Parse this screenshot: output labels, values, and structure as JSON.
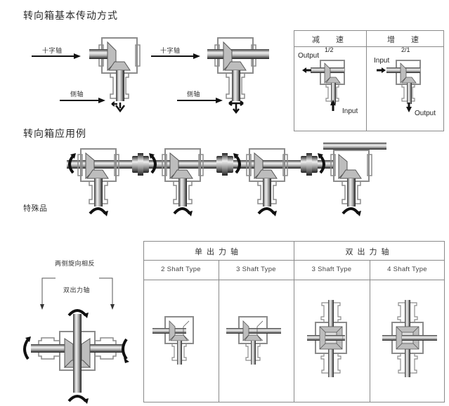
{
  "sections": {
    "basic_title": "转向箱基本传动方式",
    "application_title": "转向箱应用例",
    "special_label": "特殊品"
  },
  "basic": {
    "diagram1": {
      "cross_shaft_label": "十字轴",
      "side_shaft_label": "侧轴"
    },
    "diagram2": {
      "cross_shaft_label": "十字轴",
      "side_shaft_label": "侧轴"
    }
  },
  "speed_table": {
    "columns": [
      {
        "header": "减　速",
        "ratio": "1/2",
        "top_label": "Output",
        "bottom_label": "Input"
      },
      {
        "header": "增　速",
        "ratio": "2/1",
        "top_label": "Input",
        "bottom_label": "Output"
      }
    ]
  },
  "double_output": {
    "note_top": "两侧旋向相反",
    "note_center": "双出力轴"
  },
  "shaft_table": {
    "groups": [
      {
        "header": "单出力轴",
        "types": [
          "2 Shaft Type",
          "3 Shaft Type"
        ]
      },
      {
        "header": "双出力轴",
        "types": [
          "3 Shaft Type",
          "4 Shaft Type"
        ]
      }
    ]
  },
  "colors": {
    "housing_stroke": "#8c8c8c",
    "gear_fill": "#bdbdbd",
    "shaft_dark": "#2b2b2b",
    "shaft_light": "#e6e6e6",
    "arrow": "#111111",
    "table_border": "#8a8a8a"
  }
}
